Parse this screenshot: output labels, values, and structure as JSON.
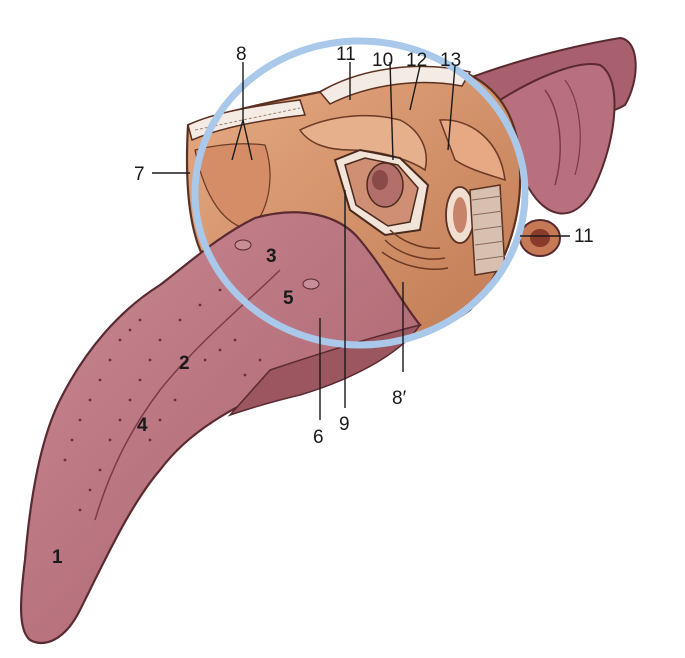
{
  "labels": {
    "l1": "1",
    "l2": "2",
    "l3": "3",
    "l4": "4",
    "l5": "5",
    "l6": "6",
    "l7": "7",
    "l8": "8",
    "l8p": "8′",
    "l9": "9",
    "l10": "10",
    "l11_top": "11",
    "l11_right": "11",
    "l12": "12",
    "l13": "13"
  },
  "colors": {
    "tongue": "#b9707b",
    "tongue_dark": "#8e4650",
    "larynx": "#d99670",
    "larynx_dark": "#9a5a3a",
    "highlight_circle": "#a9c8ea"
  }
}
